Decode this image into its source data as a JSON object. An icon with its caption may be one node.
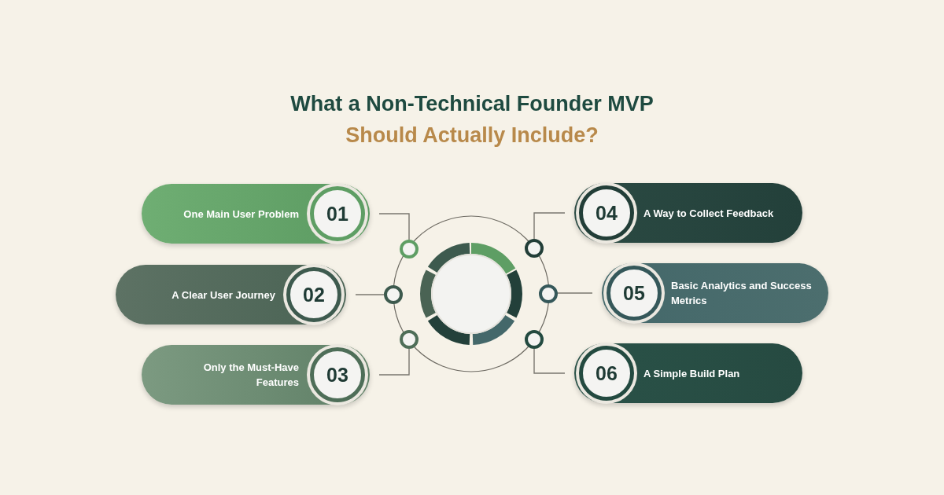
{
  "diagram": {
    "title": "What a Non-Technical Founder MVP Should Actually Include?",
    "nodes": [
      {
        "text": [
          "One Main User Problem",
          "01"
        ]
      },
      {
        "text": [
          "A Clear User Journey",
          "02"
        ]
      },
      {
        "text": [
          "Only the Must-Have Features",
          "03"
        ]
      },
      {
        "text": [
          "04",
          "A Way to Collect Feedback"
        ]
      },
      {
        "text": [
          "05",
          "Basic Analytics and Success Metrics"
        ]
      },
      {
        "text": [
          "06",
          "A Simple Build Plan"
        ]
      },
      {
        "text": [],
        "shape": "circle"
      },
      {
        "text": [],
        "shape": "circle"
      },
      {
        "text": [],
        "shape": "circle"
      },
      {
        "text": [],
        "shape": "circle"
      },
      {
        "text": [],
        "shape": "circle"
      },
      {
        "text": [],
        "shape": "circle"
      }
    ],
    "edges": [
      {
        "from": 0,
        "to": 6,
        "arrow": "none"
      },
      {
        "from": 1,
        "to": 7,
        "arrow": "none"
      },
      {
        "from": 2,
        "to": 8,
        "arrow": "none"
      },
      {
        "from": 3,
        "to": 9,
        "arrow": "none"
      },
      {
        "from": 4,
        "to": 10,
        "arrow": "none"
      },
      {
        "from": 5,
        "to": 11,
        "arrow": "none"
      }
    ]
  }
}
